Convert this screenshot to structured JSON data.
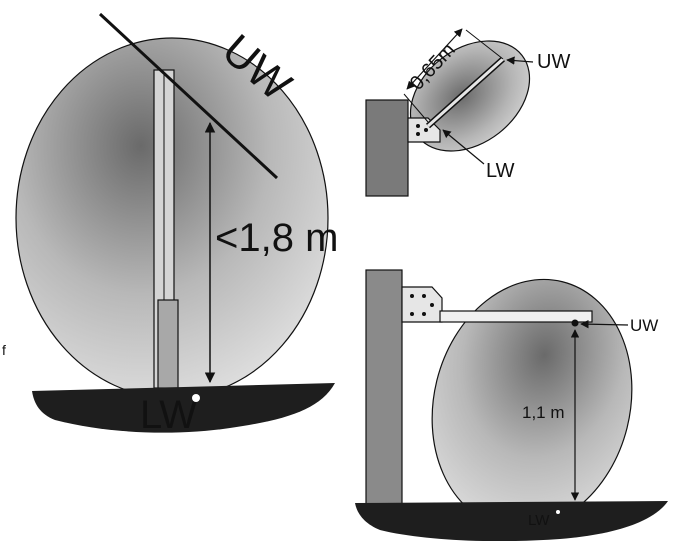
{
  "diagrams": {
    "left": {
      "band_label": "UW",
      "distance_label": "<1,8 m",
      "point_label": "LW",
      "margin_mark": "f"
    },
    "top_right": {
      "length_label": "0,65m",
      "upper_label": "UW",
      "lower_label": "LW"
    },
    "bottom_right": {
      "upper_label": "UW",
      "distance_label": "1,1 m",
      "point_label": "LW"
    }
  },
  "colors": {
    "fill_light": "#d9d9d9",
    "fill_dark": "#6a6a6a",
    "ground": "#1e1e1e",
    "stroke": "#111111"
  }
}
